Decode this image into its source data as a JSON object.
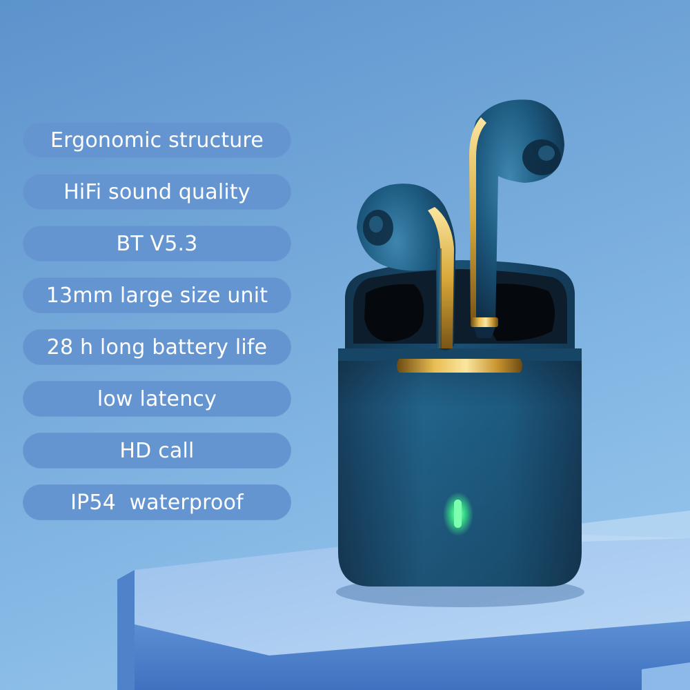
{
  "features": [
    "Ergonomic structure",
    "HiFi sound quality",
    "BT V5.3",
    "13mm large size unit",
    "28 h long battery life",
    "low latency",
    "HD call",
    "IP54  waterproof"
  ],
  "colors": {
    "background": "#78acdc",
    "pill": "#6595d0",
    "pill_text": "#ffffff",
    "case_body": "#1f5c80",
    "gold_accent": "#d9a93a",
    "led": "#3dff8a",
    "pedestal_top": "#a7c8ee"
  },
  "icons": [
    "earbuds-case-illustration",
    "left-earbud",
    "right-earbud",
    "charging-led"
  ]
}
